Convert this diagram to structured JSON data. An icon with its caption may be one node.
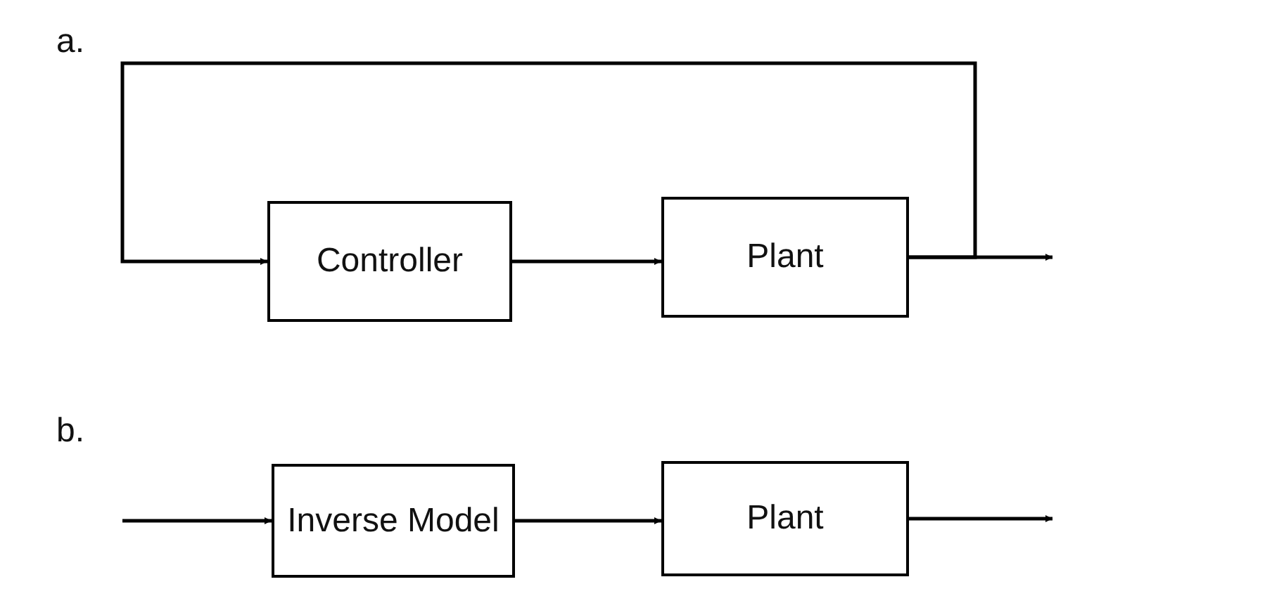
{
  "diagram": {
    "nodes": [
      {
        "text": [
          "Controller"
        ]
      },
      {
        "text": [
          "Plant"
        ]
      },
      {
        "text": [
          "Inverse Model"
        ]
      },
      {
        "text": [
          "Plant"
        ]
      }
    ],
    "edges": [
      {
        "from": 0,
        "to": 1,
        "arrow": "to"
      },
      {
        "from": 1,
        "to": 0,
        "arrow": "to"
      },
      {
        "from": 1,
        "to": null,
        "arrow": "to"
      },
      {
        "from": null,
        "to": 2,
        "arrow": "to"
      },
      {
        "from": 2,
        "to": 3,
        "arrow": "to"
      },
      {
        "from": 3,
        "to": null,
        "arrow": "to"
      }
    ],
    "labels": [
      "a.",
      "b."
    ]
  }
}
